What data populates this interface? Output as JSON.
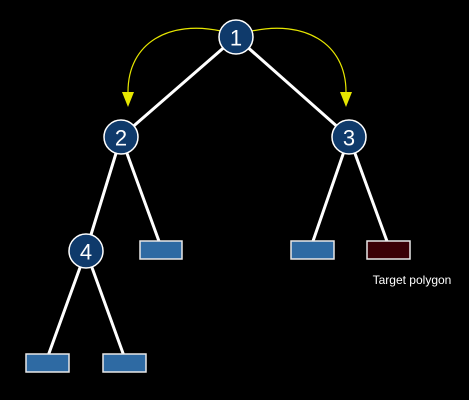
{
  "colors": {
    "background": "#000000",
    "node_fill": "#0f3a6b",
    "leaf_fill": "#2e6aa3",
    "target_fill": "#3a0006",
    "edge": "#ffffff",
    "arrow": "#e6e600"
  },
  "nodes": [
    {
      "label": "1"
    },
    {
      "label": "2"
    },
    {
      "label": "3"
    },
    {
      "label": "4"
    }
  ],
  "target": {
    "caption": "Target polygon"
  }
}
